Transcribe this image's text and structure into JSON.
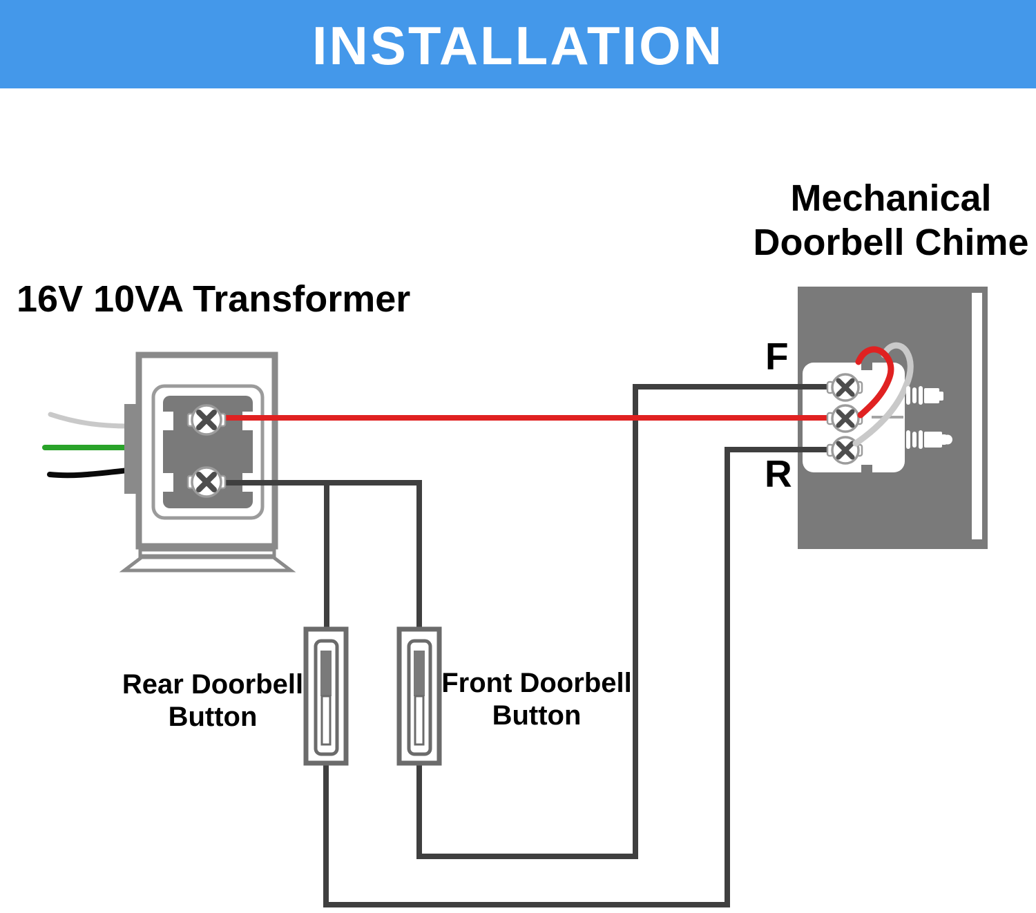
{
  "header": {
    "title": "INSTALLATION"
  },
  "labels": {
    "transformer": "16V 10VA Transformer",
    "chime": {
      "line1": "Mechanical",
      "line2": "Doorbell Chime"
    },
    "terminal_front": "F",
    "terminal_rear": "R",
    "rear_button": {
      "line1": "Rear Doorbell",
      "line2": "Button"
    },
    "front_button": {
      "line1": "Front Doorbell",
      "line2": "Button"
    }
  },
  "icons": {
    "screw_terminal": "phillips-screw-icon",
    "spring_contact": "spring-bolt-icon"
  },
  "colors": {
    "header_bg": "#4498ea",
    "header_text": "#ffffff",
    "wire_dark": "#3f3f3f",
    "wire_red": "#e02121",
    "wire_green": "#29a329",
    "wire_neutral": "#c9c9c9",
    "wire_black": "#0a0a0a",
    "jumper_gray": "#c9c9c9",
    "enclosure_gray": "#7a7a7a",
    "outline_gray": "#8a8a8a"
  }
}
